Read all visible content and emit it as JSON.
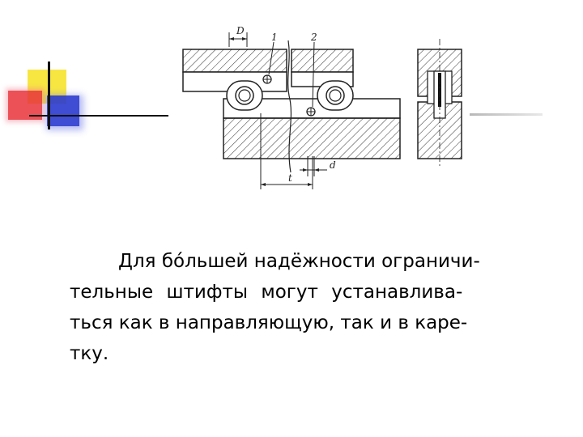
{
  "drawing": {
    "labels": {
      "D": "D",
      "num1": "1",
      "num2": "2",
      "d": "d",
      "t": "t"
    }
  },
  "caption": {
    "lines": [
      "Для бóльшей надёжности ограничи-",
      "тельные  штифты  могут  устанавлива-",
      "ться как в направляющую, так и в каре-",
      "тку."
    ]
  },
  "colors": {
    "yellow": "#f7e642",
    "red": "#e8333a",
    "blue": "#2a3acf"
  }
}
